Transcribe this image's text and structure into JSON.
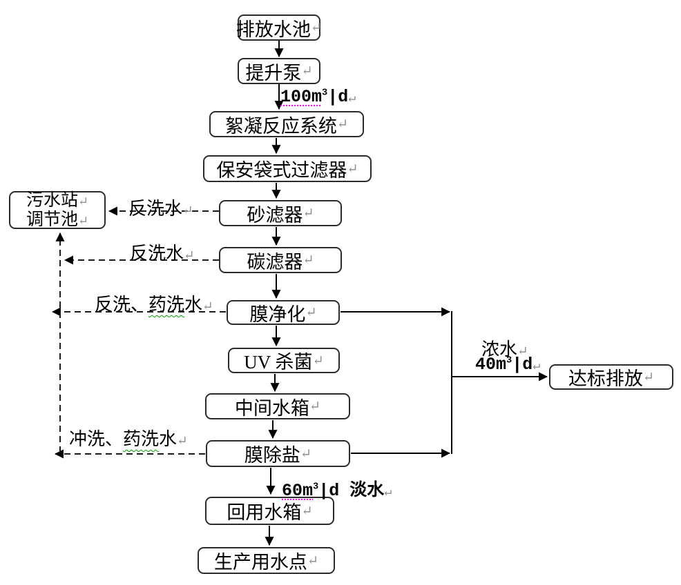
{
  "diagram": {
    "colors": {
      "line": "#000000",
      "box_border": "#2b2b2b",
      "box_fill": "#ffffff",
      "text": "#000000",
      "return_mark": "#909090",
      "spellcheck_red": "#ff00ff",
      "spellcheck_green": "#00a000"
    },
    "nodes": {
      "discharge_pool": {
        "parts": [
          {
            "t": "排放水池"
          },
          {
            "t": "↵",
            "c": "ret"
          }
        ]
      },
      "lift_pump": {
        "parts": [
          {
            "t": "提升泵"
          },
          {
            "t": "↵",
            "c": "ret"
          }
        ]
      },
      "flocculation_system": {
        "parts": [
          {
            "t": "絮凝反应系统"
          },
          {
            "t": "↵",
            "c": "ret"
          }
        ]
      },
      "security_bag_filter": {
        "parts": [
          {
            "t": "保安袋式过滤器"
          },
          {
            "t": "↵",
            "c": "ret"
          }
        ]
      },
      "sand_filter": {
        "parts": [
          {
            "t": "砂滤器"
          },
          {
            "t": "↵",
            "c": "ret"
          }
        ]
      },
      "carbon_filter": {
        "parts": [
          {
            "t": "碳滤器"
          },
          {
            "t": "↵",
            "c": "ret"
          }
        ]
      },
      "membrane_purification": {
        "parts": [
          {
            "t": "膜净化"
          },
          {
            "t": "↵",
            "c": "ret"
          }
        ]
      },
      "uv_sterilizer": {
        "parts": [
          {
            "t": "UV 杀菌"
          },
          {
            "t": "↵",
            "c": "ret"
          }
        ]
      },
      "intermediate_tank": {
        "parts": [
          {
            "t": "中间水箱"
          },
          {
            "t": "↵",
            "c": "ret"
          }
        ]
      },
      "membrane_desalination": {
        "parts": [
          {
            "t": "膜除盐"
          },
          {
            "t": "↵",
            "c": "ret"
          }
        ]
      },
      "reuse_tank": {
        "parts": [
          {
            "t": "回用水箱"
          },
          {
            "t": "↵",
            "c": "ret"
          }
        ]
      },
      "production_water_point": {
        "parts": [
          {
            "t": "生产用水点"
          },
          {
            "t": "↵",
            "c": "ret"
          }
        ]
      },
      "sewage_station_pool_line1": {
        "parts": [
          {
            "t": "污水站"
          },
          {
            "t": "↵",
            "c": "ret"
          }
        ]
      },
      "sewage_station_pool_line2": {
        "parts": [
          {
            "t": "调节池"
          },
          {
            "t": "↵",
            "c": "ret"
          }
        ]
      },
      "standard_discharge": {
        "parts": [
          {
            "t": "达标排放"
          },
          {
            "t": "↵",
            "c": "ret"
          }
        ]
      }
    },
    "flow_labels": {
      "feed_rate": {
        "parts": [
          {
            "t": "100m",
            "c": "sp-red"
          },
          {
            "t": "3",
            "c": "sup"
          },
          {
            "t": "|d"
          },
          {
            "t": "↵",
            "c": "ret"
          }
        ]
      },
      "backwash_sand": {
        "parts": [
          {
            "t": "反洗水"
          },
          {
            "t": "↵",
            "c": "ret"
          }
        ]
      },
      "backwash_carbon": {
        "parts": [
          {
            "t": "反洗水"
          },
          {
            "t": "↵",
            "c": "ret"
          }
        ]
      },
      "backwash_chem_wash": {
        "parts": [
          {
            "t": "反洗、"
          },
          {
            "t": "药洗",
            "c": "sp-green"
          },
          {
            "t": "水"
          },
          {
            "t": "↵",
            "c": "ret"
          }
        ]
      },
      "rinse_chem_wash": {
        "parts": [
          {
            "t": "冲洗、"
          },
          {
            "t": "药洗",
            "c": "sp-green"
          },
          {
            "t": "水"
          },
          {
            "t": "↵",
            "c": "ret"
          }
        ]
      },
      "concentrate_name": {
        "parts": [
          {
            "t": "浓水"
          },
          {
            "t": "↵",
            "c": "ret"
          }
        ]
      },
      "concentrate_rate": {
        "parts": [
          {
            "t": "40m"
          },
          {
            "t": "3",
            "c": "sup"
          },
          {
            "t": "|d"
          },
          {
            "t": "↵",
            "c": "ret"
          }
        ]
      },
      "freshwater_rate": {
        "parts": [
          {
            "t": "60m",
            "c": "sp-red"
          },
          {
            "t": "3",
            "c": "sup"
          },
          {
            "t": "|d "
          },
          {
            "t": "淡水"
          },
          {
            "t": "↵",
            "c": "ret"
          }
        ]
      }
    }
  }
}
